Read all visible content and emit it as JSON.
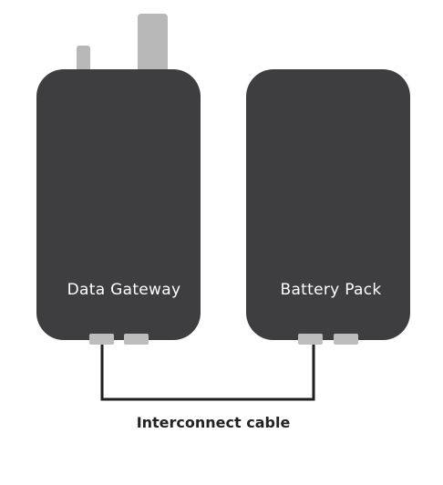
{
  "devices": {
    "gateway": {
      "label": "Data Gateway"
    },
    "battery": {
      "label": "Battery Pack"
    }
  },
  "cable": {
    "label": "Interconnect cable"
  },
  "colors": {
    "device_body": "#3e3e41",
    "antenna": "#b8b8b8",
    "port": "#bdbdbd",
    "cable": "#1f1f1f",
    "label_text": "#ffffff",
    "caption_text": "#222222"
  }
}
